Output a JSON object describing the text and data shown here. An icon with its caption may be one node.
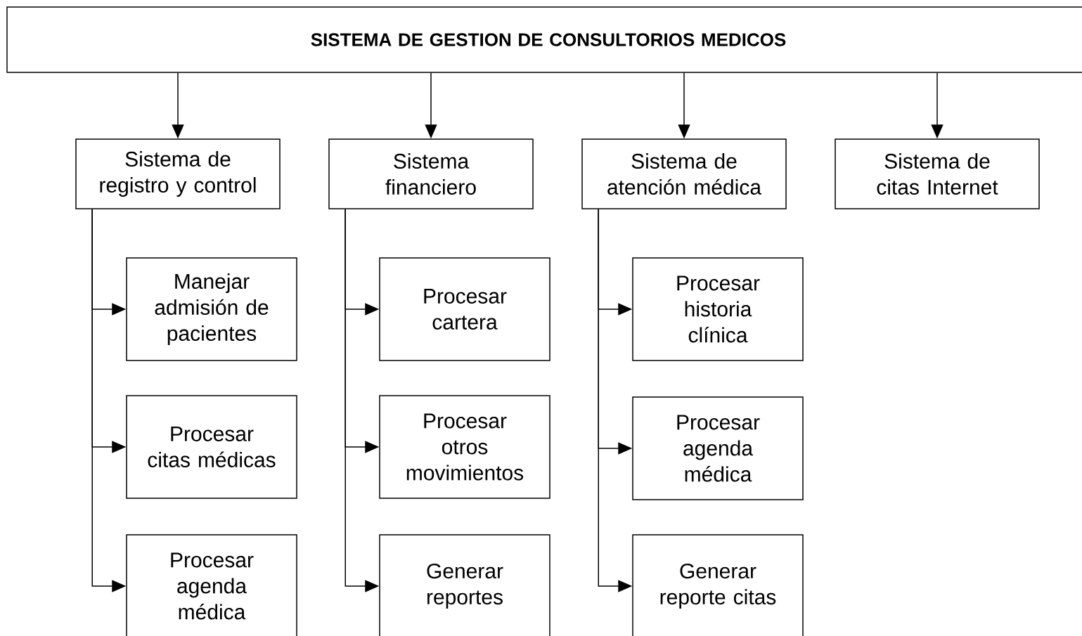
{
  "diagram": {
    "nodes": [
      {
        "text": [
          "SISTEMA DE GESTION DE CONSULTORIOS MEDICOS"
        ]
      },
      {
        "text": [
          "Sistema de registro y control"
        ]
      },
      {
        "text": [
          "Sistema financiero"
        ]
      },
      {
        "text": [
          "Sistema de atención médica"
        ]
      },
      {
        "text": [
          "Sistema de citas Internet"
        ]
      },
      {
        "text": [
          "Manejar admisión de pacientes"
        ]
      },
      {
        "text": [
          "Procesar citas médicas"
        ]
      },
      {
        "text": [
          "Procesar agenda médica"
        ]
      },
      {
        "text": [
          "Procesar cartera"
        ]
      },
      {
        "text": [
          "Procesar otros movimientos"
        ]
      },
      {
        "text": [
          "Generar reportes"
        ]
      },
      {
        "text": [
          "Procesar historia clínica"
        ]
      },
      {
        "text": [
          "Procesar agenda médica"
        ]
      },
      {
        "text": [
          "Generar reporte citas"
        ]
      }
    ],
    "edges": [
      {
        "from": 0,
        "to": 1,
        "arrow": "to"
      },
      {
        "from": 0,
        "to": 2,
        "arrow": "to"
      },
      {
        "from": 0,
        "to": 3,
        "arrow": "to"
      },
      {
        "from": 0,
        "to": 4,
        "arrow": "to"
      },
      {
        "from": 1,
        "to": 5,
        "arrow": "to"
      },
      {
        "from": 1,
        "to": 6,
        "arrow": "to"
      },
      {
        "from": 1,
        "to": 7,
        "arrow": "to"
      },
      {
        "from": 2,
        "to": 8,
        "arrow": "to"
      },
      {
        "from": 2,
        "to": 9,
        "arrow": "to"
      },
      {
        "from": 2,
        "to": 10,
        "arrow": "to"
      },
      {
        "from": 3,
        "to": 11,
        "arrow": "to"
      },
      {
        "from": 3,
        "to": 12,
        "arrow": "to"
      },
      {
        "from": 3,
        "to": 13,
        "arrow": "to"
      }
    ]
  }
}
